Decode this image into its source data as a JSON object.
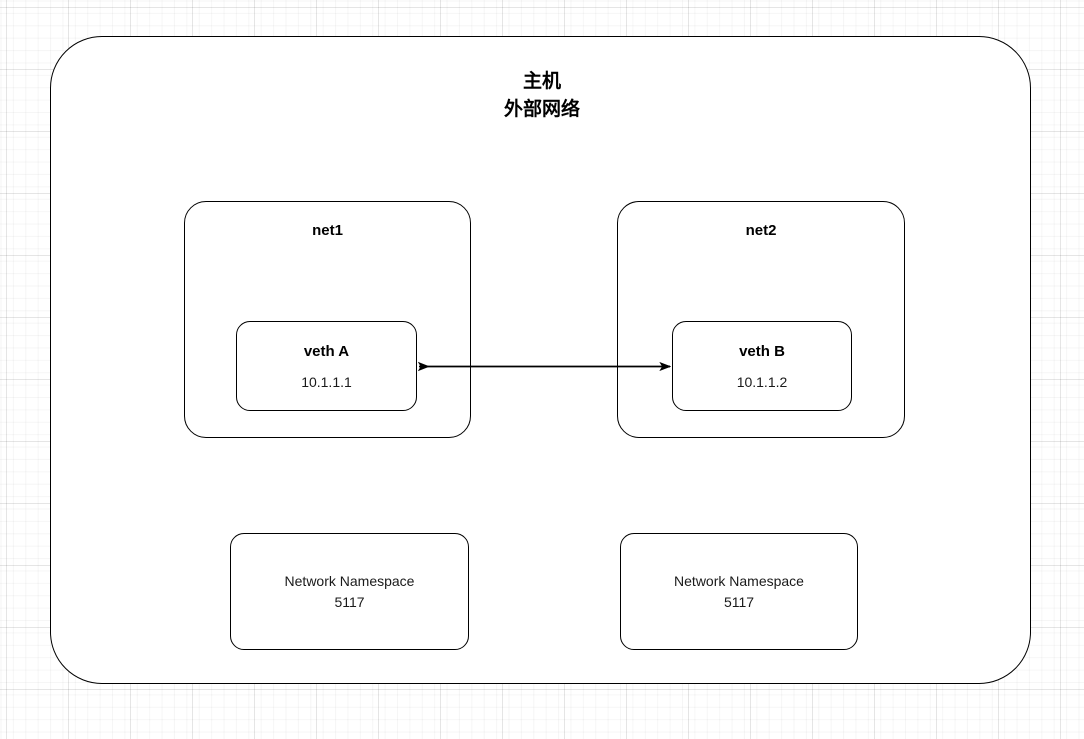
{
  "diagram": {
    "host": {
      "title": "主机\n外部网络"
    },
    "networks": [
      {
        "label": "net1",
        "veth": {
          "name": "veth A",
          "ip": "10.1.1.1"
        }
      },
      {
        "label": "net2",
        "veth": {
          "name": "veth B",
          "ip": "10.1.1.2"
        }
      }
    ],
    "namespaces": [
      {
        "text": "Network Namespace\n5117"
      },
      {
        "text": "Network Namespace\n5117"
      }
    ],
    "connector": {
      "name": "veth-pair-link",
      "style": "double-headed-arrow",
      "color": "#000000"
    }
  }
}
